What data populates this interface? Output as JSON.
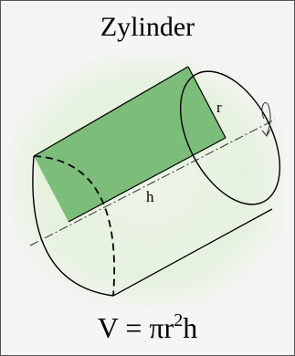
{
  "title": "Zylinder",
  "labels": {
    "radius": "r",
    "height": "h"
  },
  "formula": {
    "lhs": "V = ",
    "pi": "π",
    "r": "r",
    "exponent": "2",
    "h": "h"
  },
  "colors": {
    "background": "#f4f5f4",
    "glow": "#e6f1de",
    "section_fill": "#7cbd7a",
    "line": "#000000",
    "axis": "#333333"
  },
  "icons": [
    "rotation-arrow-icon"
  ]
}
